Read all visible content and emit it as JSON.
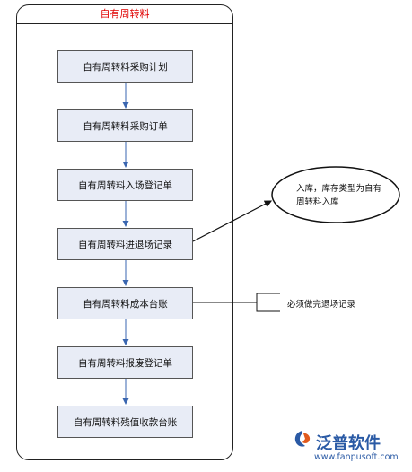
{
  "swimlane": {
    "title": "自有周转料"
  },
  "steps": [
    "自有周转料采购计划",
    "自有周转料采购订单",
    "自有周转料入场登记单",
    "自有周转料进退场记录",
    "自有周转料成本台账",
    "自有周转料报废登记单",
    "自有周转料残值收款台账"
  ],
  "notes": {
    "ellipse_line1": "入库，库存类型为自有",
    "ellipse_line2": "周转料入库",
    "bracket": "必须做完退场记录"
  },
  "logo": {
    "name": "泛普软件",
    "url": "www.fanpusoft.com"
  },
  "colors": {
    "title": "#e00000",
    "box_fill": "#e8ecf6",
    "arrow": "#3a66b0",
    "logo": "#2a5aa5"
  }
}
